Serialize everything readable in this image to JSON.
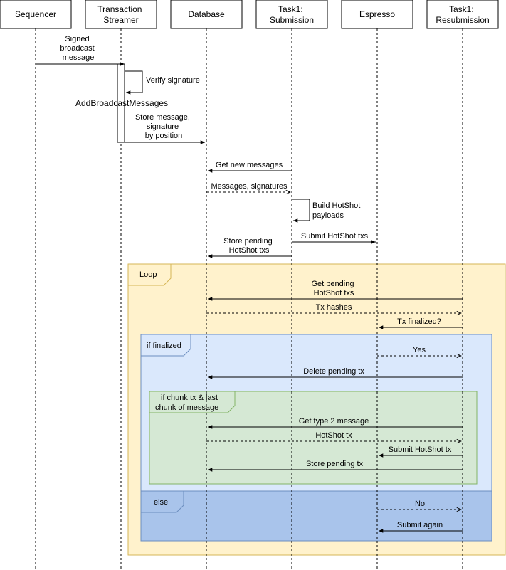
{
  "participants": [
    {
      "id": "sequencer",
      "lines": [
        "Sequencer"
      ]
    },
    {
      "id": "transaction-streamer",
      "lines": [
        "Transaction",
        "Streamer"
      ]
    },
    {
      "id": "database",
      "lines": [
        "Database"
      ]
    },
    {
      "id": "task1-submission",
      "lines": [
        "Task1:",
        "Submission"
      ]
    },
    {
      "id": "espresso",
      "lines": [
        "Espresso"
      ]
    },
    {
      "id": "task1-resubmission",
      "lines": [
        "Task1:",
        "Resubmission"
      ]
    }
  ],
  "messages": {
    "signed_broadcast": [
      "Signed",
      "broadcast",
      "message"
    ],
    "verify_signature": [
      "Verify signature"
    ],
    "add_broadcast": [
      "AddBroadcastMessages"
    ],
    "store_message": [
      "Store message,",
      "signature",
      "by position"
    ],
    "get_new_messages": [
      "Get new messages"
    ],
    "messages_signatures": [
      "Messages, signatures"
    ],
    "build_hotshot": [
      "Build HotShot",
      "payloads"
    ],
    "submit_hotshot_txs": [
      "Submit HotShot txs"
    ],
    "store_pending_hotshot": [
      "Store pending",
      "HotShot txs"
    ],
    "get_pending_hotshot": [
      "Get pending",
      "HotShot txs"
    ],
    "tx_hashes": [
      "Tx hashes"
    ],
    "tx_finalized": [
      "Tx finalized?"
    ],
    "yes": [
      "Yes"
    ],
    "delete_pending": [
      "Delete pending tx"
    ],
    "get_type2": [
      "Get type 2 message"
    ],
    "hotshot_tx": [
      "HotShot tx"
    ],
    "submit_hotshot_tx": [
      "Submit HotShot tx"
    ],
    "store_pending_tx": [
      "Store pending tx"
    ],
    "no": [
      "No"
    ],
    "submit_again": [
      "Submit again"
    ]
  },
  "fragments": {
    "loop": [
      "Loop"
    ],
    "if_finalized": [
      "if finalized"
    ],
    "if_chunk": [
      "if chunk tx & last",
      "chunk of message"
    ],
    "else": [
      "else"
    ]
  },
  "colors": {
    "loop_fill": "#fff2cc",
    "loop_stroke": "#d6b656",
    "finalized_fill": "#dae8fc",
    "finalized_stroke": "#6c8ebf",
    "chunk_fill": "#d5e8d4",
    "chunk_stroke": "#82b366",
    "else_fill": "#a9c4eb",
    "line": "#000000"
  }
}
